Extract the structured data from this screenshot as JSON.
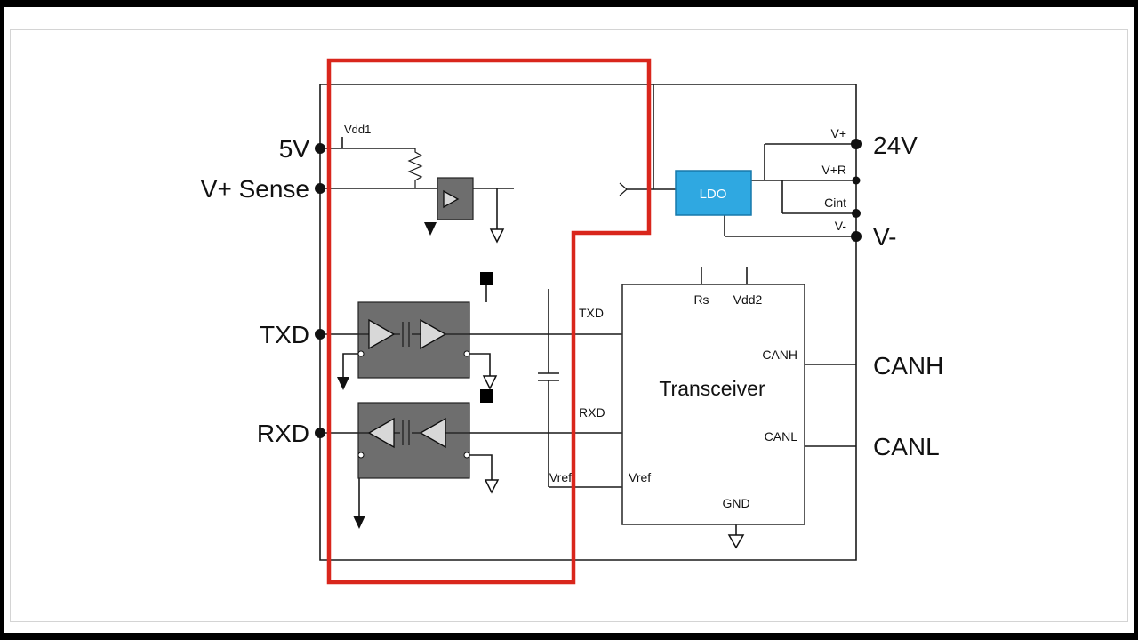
{
  "diagram": {
    "colors": {
      "isolation_outline": "#d9261c",
      "ldo_fill": "#2fa8e1",
      "iso_block_fill": "#6e6e6e"
    },
    "left_pins": [
      {
        "label": "5V"
      },
      {
        "label": "V+ Sense"
      },
      {
        "label": "TXD"
      },
      {
        "label": "RXD"
      }
    ],
    "right_pins": [
      {
        "label": "24V"
      },
      {
        "label": "V-"
      },
      {
        "label": "CANH"
      },
      {
        "label": "CANL"
      }
    ],
    "rails": [
      {
        "label": "V+"
      },
      {
        "label": "V+R"
      },
      {
        "label": "Cint"
      },
      {
        "label": "V-"
      }
    ],
    "nets": {
      "vdd1": "Vdd1",
      "txd": "TXD",
      "rxd": "RXD",
      "vref": "Vref"
    },
    "blocks": {
      "ldo": "LDO",
      "transceiver": "Transceiver"
    },
    "transceiver_pins": {
      "rs": "Rs",
      "vdd2": "Vdd2",
      "canh": "CANH",
      "canl": "CANL",
      "gnd": "GND",
      "vref": "Vref"
    }
  }
}
